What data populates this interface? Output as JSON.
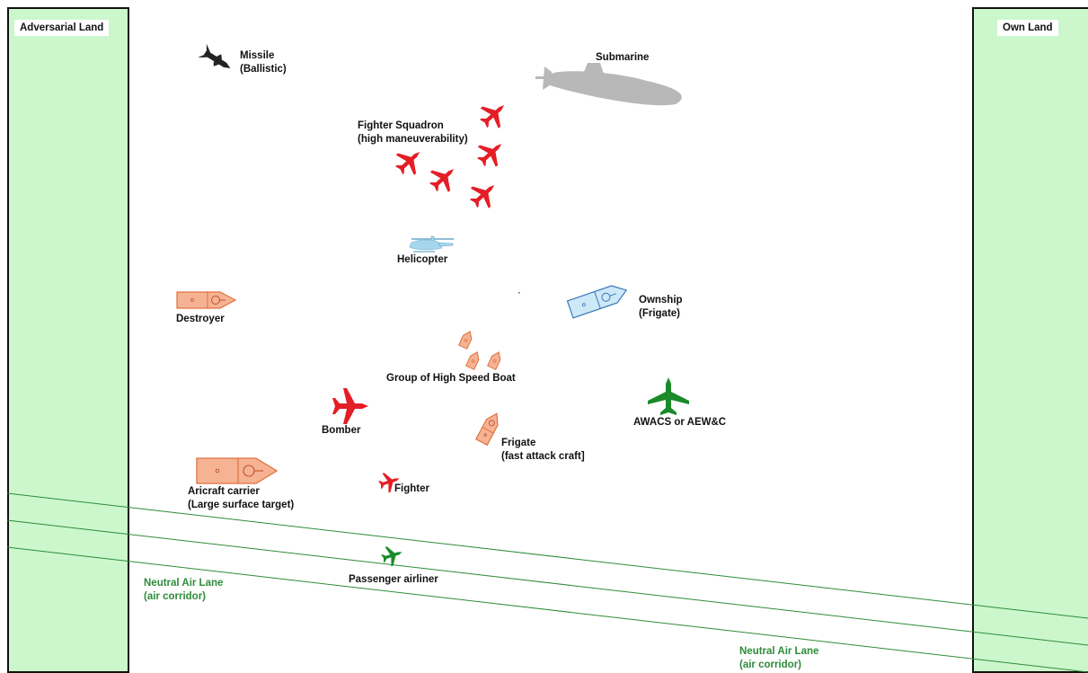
{
  "lands": {
    "adversarial": "Adversarial Land",
    "own": "Own Land"
  },
  "labels": {
    "missile": [
      "Missile",
      "(Ballistic)"
    ],
    "submarine": "Submarine",
    "fighter_squadron": [
      "Fighter Squadron",
      "(high maneuverability)"
    ],
    "helicopter": "Helicopter",
    "destroyer": "Destroyer",
    "ownship": [
      "Ownship",
      "(Frigate)"
    ],
    "high_speed_boats": "Group of High Speed Boat",
    "awacs": "AWACS  or AEW&C",
    "bomber": "Bomber",
    "frigate": [
      "Frigate",
      "(fast attack craft]"
    ],
    "carrier": [
      "Aricraft carrier",
      "(Large surface target)"
    ],
    "fighter": "Fighter",
    "airliner": "Passenger airliner",
    "air_lane_left": [
      "Neutral Air Lane",
      "(air corridor)"
    ],
    "air_lane_right": [
      "Neutral Air Lane",
      "(air corridor)"
    ]
  },
  "colors": {
    "land_fill": "#ccf7cc",
    "hostile_air": "#e41e26",
    "friendly_air": "#1a8a2a",
    "hostile_ship_fill": "#f5b394",
    "hostile_ship_stroke": "#e0703c",
    "own_ship_fill": "#cde8f7",
    "own_ship_stroke": "#3a78b8",
    "helicopter": "#a6d6ee",
    "submarine": "#b8b8b8",
    "air_lane": "#2e8b3a",
    "missile": "#222222"
  },
  "icons": {
    "missile": "missile-icon",
    "submarine": "submarine-icon",
    "fighter_jet": "fighter-jet-icon",
    "helicopter": "helicopter-icon",
    "ship": "ship-icon",
    "speed_boat": "speed-boat-icon",
    "bomber": "bomber-icon",
    "awacs": "awacs-plane-icon",
    "airliner": "airliner-icon"
  }
}
